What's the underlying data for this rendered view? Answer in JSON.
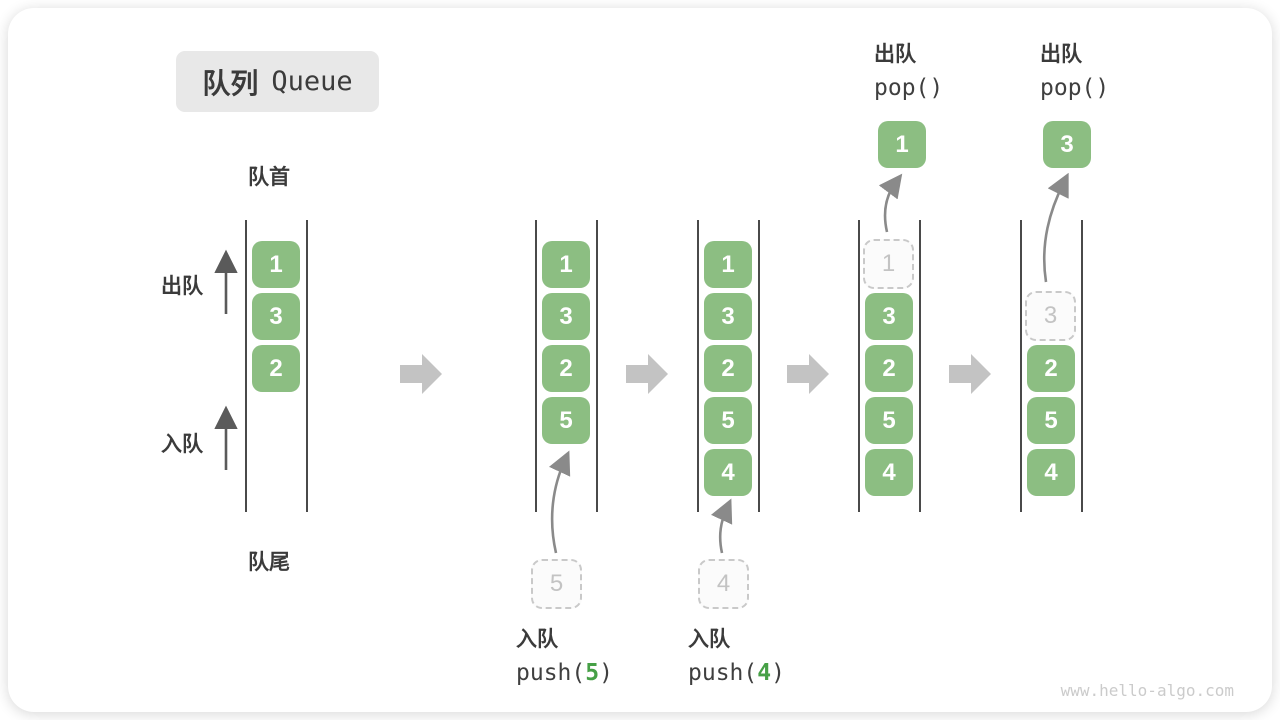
{
  "title": {
    "zh": "队列",
    "en": "Queue"
  },
  "labels": {
    "front": "队首",
    "rear": "队尾",
    "dequeue": "出队",
    "enqueue": "入队"
  },
  "ops": {
    "push5": {
      "label": "入队",
      "code_pre": "push(",
      "arg": "5",
      "code_post": ")"
    },
    "push4": {
      "label": "入队",
      "code_pre": "push(",
      "arg": "4",
      "code_post": ")"
    },
    "pop1": {
      "label": "出队",
      "code": "pop()"
    },
    "pop2": {
      "label": "出队",
      "code": "pop()"
    }
  },
  "states": [
    {
      "name": "initial",
      "items": [
        "1",
        "3",
        "2"
      ]
    },
    {
      "name": "after-push-5",
      "items": [
        "1",
        "3",
        "2",
        "5"
      ],
      "incoming": "5"
    },
    {
      "name": "after-push-4",
      "items": [
        "1",
        "3",
        "2",
        "5",
        "4"
      ],
      "incoming": "4"
    },
    {
      "name": "after-pop-1",
      "ghost": "1",
      "items": [
        "3",
        "2",
        "5",
        "4"
      ],
      "popped": "1"
    },
    {
      "name": "after-pop-3",
      "ghost": "3",
      "items": [
        "2",
        "5",
        "4"
      ],
      "popped": "3"
    }
  ],
  "watermark": "www.hello-algo.com",
  "colors": {
    "item_green": "#8CBE82",
    "code_arg_green": "#46A046",
    "ghost_gray": "#C9C9C9",
    "arrow_gray": "#8A8A8A",
    "block_arrow_gray": "#C3C3C3",
    "text_dark": "#3B3B3B"
  }
}
